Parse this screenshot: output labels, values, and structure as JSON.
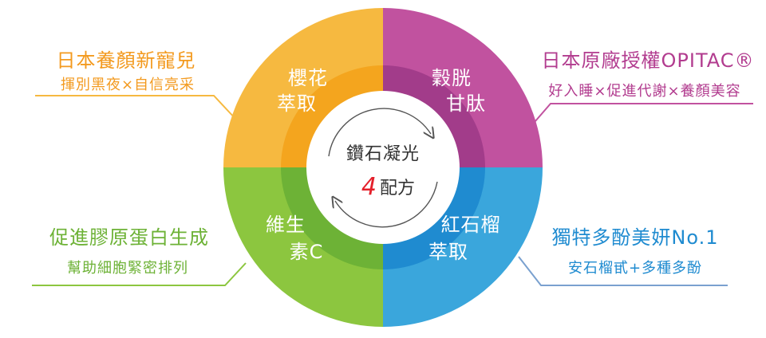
{
  "colors": {
    "orange": "#f6b940",
    "orange_inner": "#f4a51e",
    "magenta": "#c1529f",
    "magenta_inner": "#a23c8a",
    "green": "#8cc63f",
    "green_inner": "#6db236",
    "blue": "#3aa6dc",
    "blue_inner": "#1f8bd0",
    "red_accent": "#e4202b",
    "center_text": "#333333"
  },
  "center": {
    "line1": "鑽石凝光",
    "number": "4",
    "word": "配方"
  },
  "quadrants": {
    "top_left": {
      "line1": "櫻花",
      "line2": "萃取"
    },
    "top_right": {
      "line1": "穀胱",
      "line2": "甘肽"
    },
    "bottom_left": {
      "line1": "維生",
      "line2": "素C"
    },
    "bottom_right": {
      "line1": "紅石榴",
      "line2": "萃取"
    }
  },
  "callouts": {
    "top_left": {
      "title": "日本養顏新寵兒",
      "subtitle": "揮別黑夜×自信亮采"
    },
    "top_right": {
      "title": "日本原廠授權OPITAC®",
      "subtitle": "好入睡×促進代謝×養顏美容"
    },
    "bottom_left": {
      "title": "促進膠原蛋白生成",
      "subtitle": "幫助細胞緊密排列"
    },
    "bottom_right": {
      "title": "獨特多酚美妍No.1",
      "subtitle": "安石榴甙+多種多酚"
    }
  }
}
